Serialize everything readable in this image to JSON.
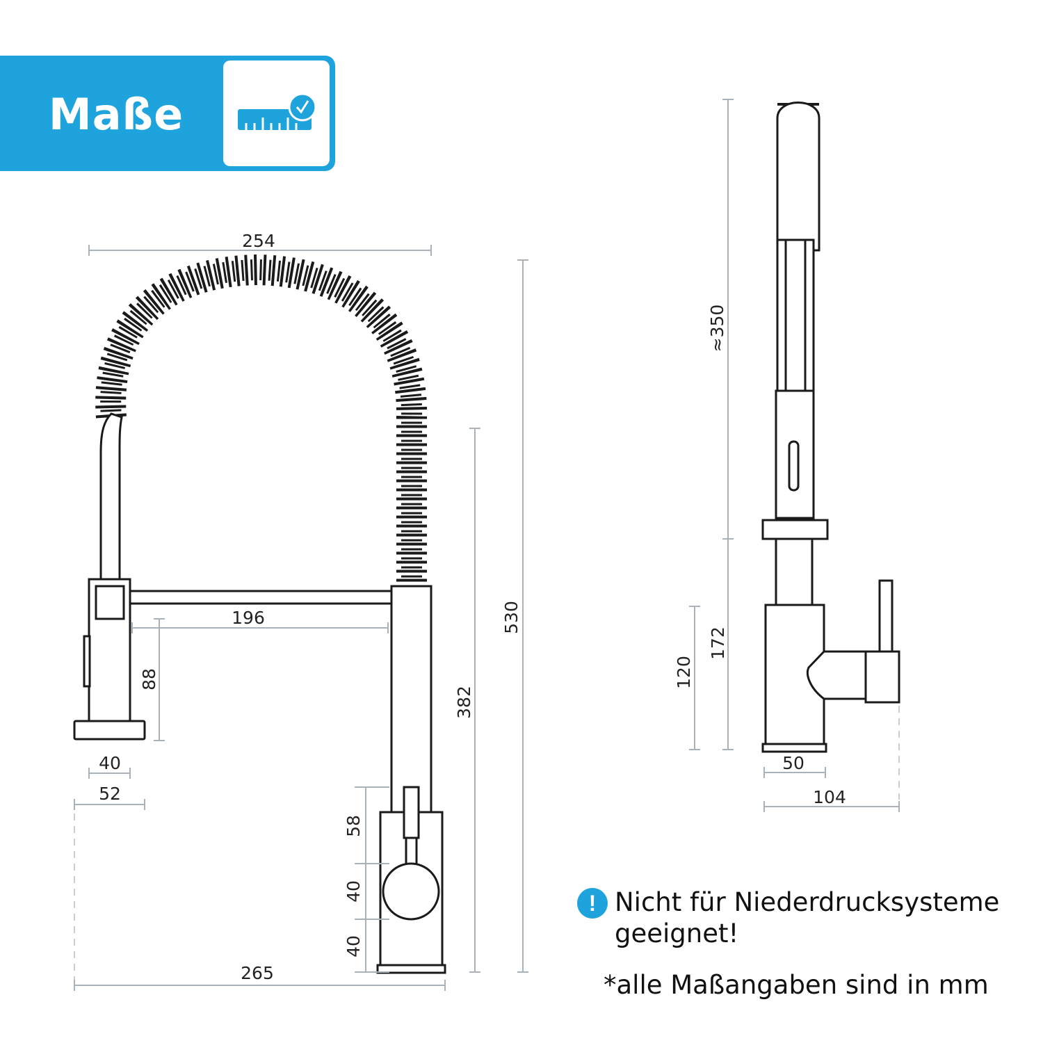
{
  "header": {
    "title": "Maße",
    "icon": "ruler-check-icon"
  },
  "front_view": {
    "width_top": "254",
    "spout_reach": "196",
    "body_height": "88",
    "base_inner": "40",
    "base_outer": "52",
    "lever_height": "58",
    "knob_height": "40",
    "base_height": "40",
    "total_width": "265",
    "pipe_height": "382",
    "total_height": "530"
  },
  "side_view": {
    "spray_length": "≈350",
    "neck_height": "172",
    "body_height": "120",
    "base_width": "50",
    "total_depth": "104"
  },
  "notes": {
    "warning_icon": "exclamation-icon",
    "warning_line1": "Nicht für Niederdrucksysteme",
    "warning_line2": "geeignet!",
    "units": "*alle Maßangaben sind in mm"
  },
  "colors": {
    "accent": "#1fa3dc",
    "dimension": "#a8b2b8",
    "line": "#1a1a1a"
  }
}
